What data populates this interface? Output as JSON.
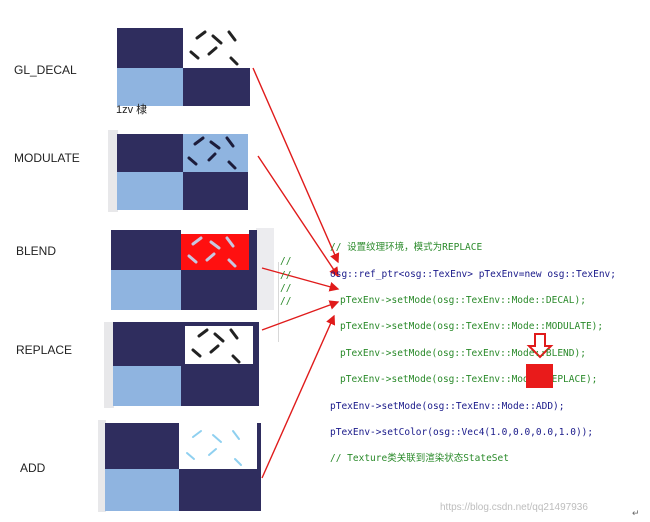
{
  "labels": {
    "decal": "GL_DECAL",
    "modulate": "MODULATE",
    "blend": "BLEND",
    "replace": "REPLACE",
    "add": "ADD"
  },
  "partial_text": "1zv 棣",
  "code": {
    "comment1": "// 设置纹理环境，模式为REPLACE",
    "line1": "osg::ref_ptr<osg::TexEnv> pTexEnv=new osg::TexEnv;",
    "line2": "pTexEnv->setMode(osg::TexEnv::Mode::DECAL);",
    "line3": "pTexEnv->setMode(osg::TexEnv::Mode::MODULATE);",
    "line4": "pTexEnv->setMode(osg::TexEnv::Mode::BLEND);",
    "line5": "pTexEnv->setMode(osg::TexEnv::Mode::REPLACE);",
    "line6": "pTexEnv->setMode(osg::TexEnv::Mode::ADD);",
    "line7": "pTexEnv->setColor(osg::Vec4(1.0,0.0,0.0,1.0));",
    "comment2": "// Texture类关联到渲染状态StateSet",
    "slash": "//"
  },
  "watermark": "https://blog.csdn.net/qq21497936",
  "return_mark": "↵",
  "colors": {
    "dark": "#2f2d5e",
    "light": "#8fb4e0",
    "arrow": "#e01b1b",
    "blend_red": "#ff1010"
  }
}
